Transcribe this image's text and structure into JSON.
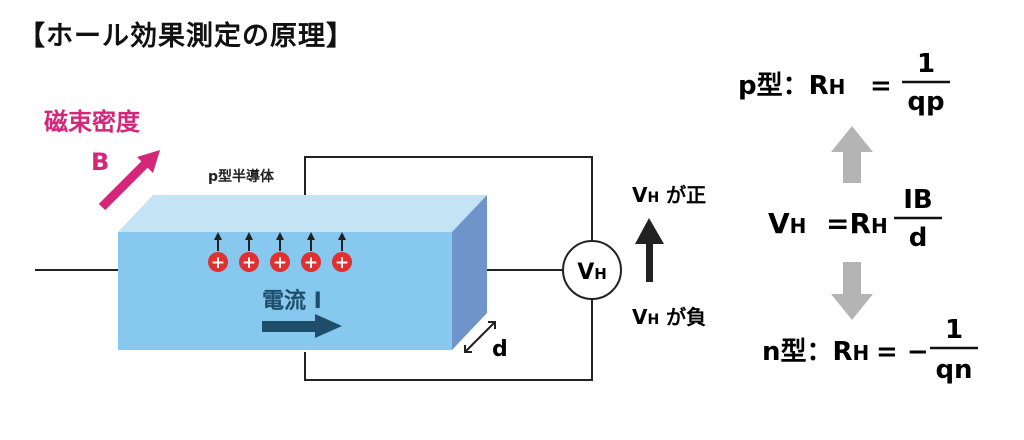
{
  "title": "【ホール効果測定の原理】",
  "magnetic": {
    "label": "磁束密度",
    "symbol": "B"
  },
  "material_label": "p型半導体",
  "current_label": "電流 I",
  "thickness_label": "d",
  "voltmeter": {
    "main": "V",
    "sub": "H"
  },
  "hall_voltage": {
    "positive": {
      "main": "V",
      "sub": "H",
      "text": " が正"
    },
    "negative": {
      "main": "V",
      "sub": "H",
      "text": " が負"
    }
  },
  "formulas": {
    "p_type": {
      "prefix": "p型：R",
      "sub": "H",
      "eq": "=",
      "numerator": "1",
      "denominator": "qp"
    },
    "center": {
      "lhs_main": "V",
      "lhs_sub": "H",
      "eq": "=R",
      "rhs_sub": "H",
      "numerator": "IB",
      "denominator": "d"
    },
    "n_type": {
      "prefix": "n型：R",
      "sub": "H",
      "eq": "= −",
      "numerator": "1",
      "denominator": "qn"
    }
  },
  "holes": {
    "count": 5,
    "symbol": "+"
  },
  "colors": {
    "accent": "#d6267a",
    "slab_front": "#86c8ee",
    "slab_top": "#c4e4f6",
    "slab_side": "#6f94c9",
    "current_arrow": "#1f4e6a",
    "hole": "#e03030",
    "gray_arrow": "#b4b4b4"
  }
}
